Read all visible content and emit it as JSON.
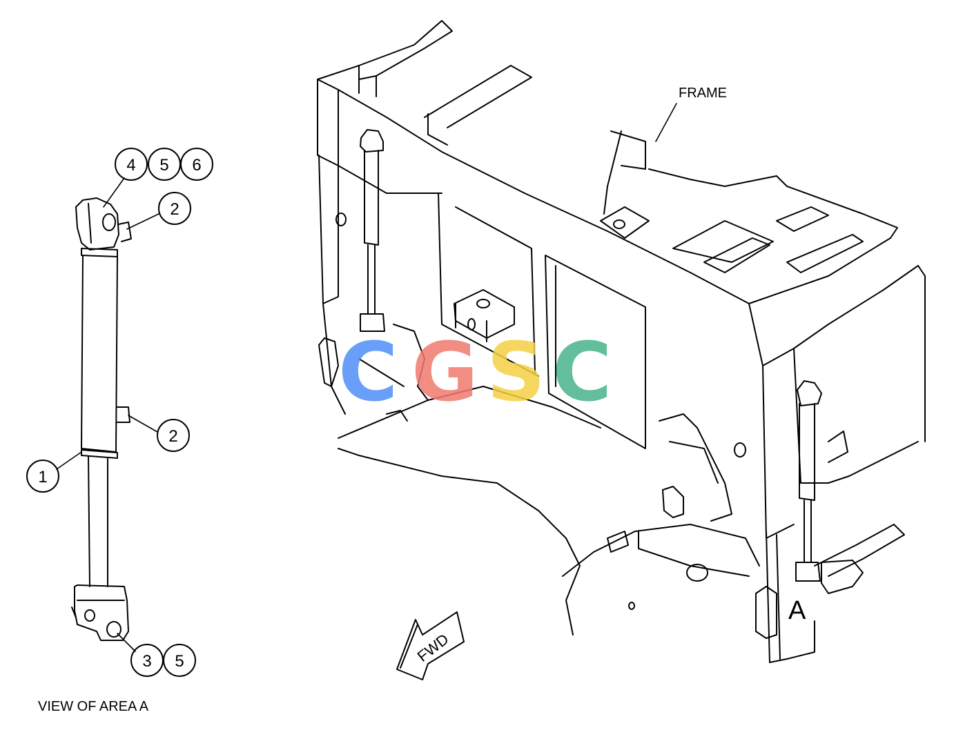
{
  "labels": {
    "frame": "FRAME",
    "view_caption": "VIEW OF AREA A",
    "area_marker": "A",
    "direction": "FWD"
  },
  "callouts": {
    "c4": "4",
    "c5a": "5",
    "c6": "6",
    "c2a": "2",
    "c2b": "2",
    "c1": "1",
    "c3": "3",
    "c5b": "5"
  },
  "watermark": {
    "letters": [
      "C",
      "G",
      "S",
      "C"
    ],
    "colors": [
      "#4f8ff7",
      "#ef7a6e",
      "#f4d145",
      "#47b38a"
    ]
  },
  "colors": {
    "line": "#000000",
    "background": "#ffffff"
  }
}
